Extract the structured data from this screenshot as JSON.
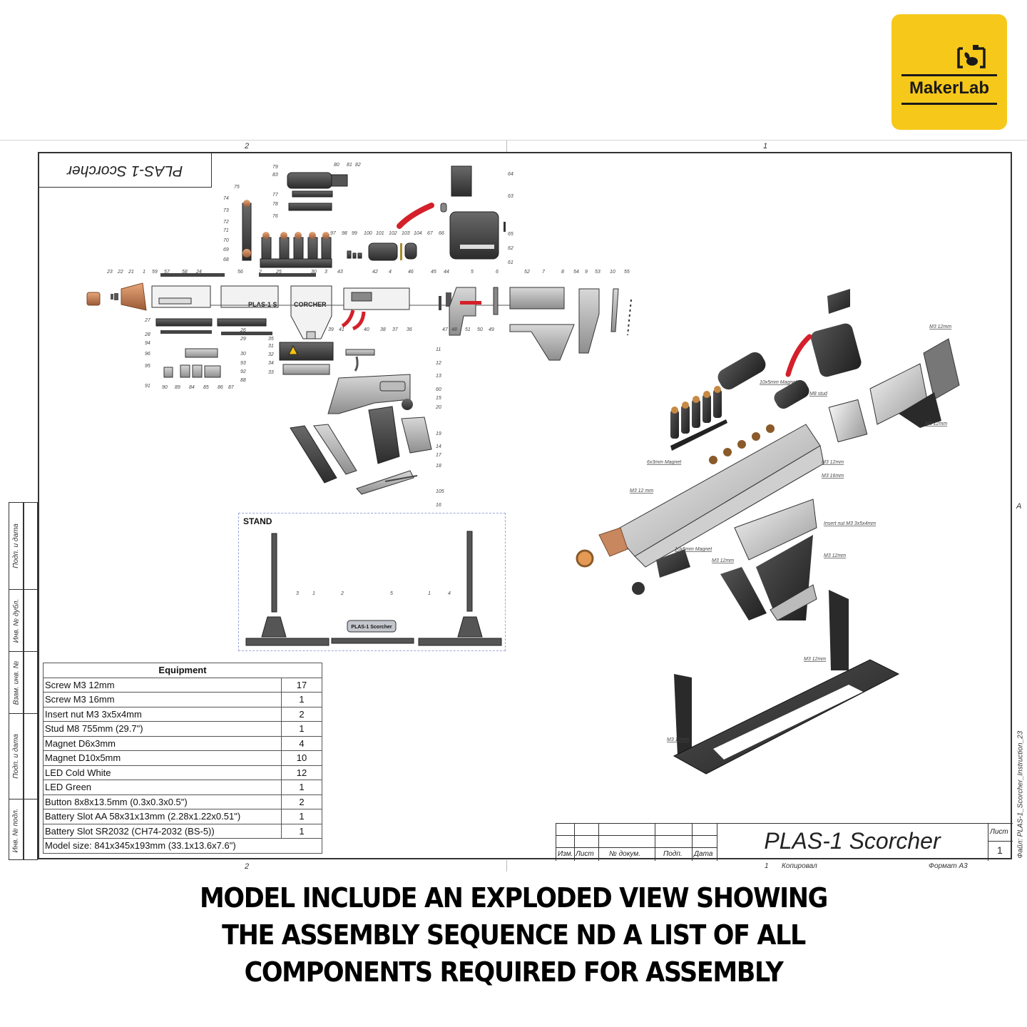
{
  "logo": {
    "brand_name": "MakerLab",
    "icon": "rabbit-printer-icon",
    "background_color": "#f6c81a"
  },
  "sheet": {
    "zone_top_left": "2",
    "zone_top_right": "1",
    "zone_bottom_left": "2",
    "zone_right": "A",
    "mirrored_title": "PLAS-1 Scorcher",
    "file_label": "Файл: PLAS-1_Scorcher_Instruction_23"
  },
  "side_stamp": {
    "cells": [
      "Подп. и дата",
      "Инв. № дубл.",
      "Взам. инв. №",
      "Подп. и дата",
      "Инв. № подл."
    ]
  },
  "exploded_view_labels": {
    "top_row": [
      "79",
      "83",
      "80",
      "81",
      "82",
      "77",
      "78",
      "76",
      "64",
      "63",
      "75",
      "74",
      "73",
      "72",
      "71",
      "70",
      "69",
      "68",
      "97",
      "98",
      "99",
      "100",
      "101",
      "102",
      "103",
      "104",
      "67",
      "66",
      "65",
      "62",
      "61"
    ],
    "main_row": [
      "23",
      "22",
      "21",
      "1",
      "59",
      "57",
      "58",
      "24",
      "56",
      "2",
      "25",
      "30",
      "3",
      "43",
      "42",
      "4",
      "46",
      "45",
      "44",
      "5",
      "6",
      "52",
      "7",
      "8",
      "54",
      "9",
      "53",
      "10",
      "55"
    ],
    "lower_row": [
      "27",
      "28",
      "26",
      "29",
      "30",
      "94",
      "96",
      "95",
      "93",
      "92",
      "91",
      "90",
      "89",
      "84",
      "85",
      "86",
      "87",
      "88",
      "35",
      "31",
      "32",
      "34",
      "33",
      "39",
      "41",
      "40",
      "38",
      "37",
      "36",
      "47",
      "48",
      "51",
      "50",
      "49"
    ],
    "grip_parts": [
      "11",
      "12",
      "13",
      "60",
      "15",
      "20",
      "19",
      "14",
      "17",
      "18",
      "105",
      "16"
    ],
    "body_text_a": "PLAS-1 S",
    "body_text_b": "CORCHER"
  },
  "stand": {
    "title": "STAND",
    "labels": [
      "3",
      "1",
      "2",
      "5",
      "1",
      "4"
    ],
    "plaque_text": "PLAS-1 Scorcher"
  },
  "iso_callouts": [
    "M3 12mm",
    "10x5mm Magnet",
    "M8 stud",
    "M3 12mm",
    "6x3mm Magnet",
    "M3 12mm",
    "M3 16mm",
    "M3 12 mm",
    "Insert nut M3 3x5x4mm",
    "10x5mm Magnet",
    "M3 12mm",
    "M3 12mm",
    "M3 12mm",
    "M3 12mm"
  ],
  "equipment": {
    "title": "Equipment",
    "rows": [
      {
        "item": "Screw M3 12mm",
        "qty": "17"
      },
      {
        "item": "Screw M3 16mm",
        "qty": "1"
      },
      {
        "item": "Insert nut M3 3x5x4mm",
        "qty": "2"
      },
      {
        "item": "Stud M8 755mm (29.7\")",
        "qty": "1"
      },
      {
        "item": "Magnet D6x3mm",
        "qty": "4"
      },
      {
        "item": "Magnet D10x5mm",
        "qty": "10"
      },
      {
        "item": "LED Cold White",
        "qty": "12"
      },
      {
        "item": "LED Green",
        "qty": "1"
      },
      {
        "item": "Button 8x8x13.5mm (0.3x0.3x0.5\")",
        "qty": "2"
      },
      {
        "item": "Battery Slot AA 58x31x13mm (2.28x1.22x0.51\")",
        "qty": "1"
      },
      {
        "item": "Battery Slot SR2032 (CH74-2032 (BS-5))",
        "qty": "1"
      }
    ],
    "footer": "Model size: 841x345x193mm (33.1x13.6x7.6\")"
  },
  "title_block": {
    "headers": [
      "Изм.",
      "Лист",
      "№ докум.",
      "Подп.",
      "Дата"
    ],
    "title": "PLAS-1 Scorcher",
    "sheet_label": "Лист",
    "sheet_number": "1",
    "below_num": "1",
    "copied": "Копировал",
    "format": "Формат А3"
  },
  "caption": {
    "line1": "MODEL INCLUDE AN EXPLODED VIEW SHOWING",
    "line2": "THE ASSEMBLY SEQUENCE ND A LIST OF ALL",
    "line3": "COMPONENTS REQUIRED FOR ASSEMBLY"
  }
}
